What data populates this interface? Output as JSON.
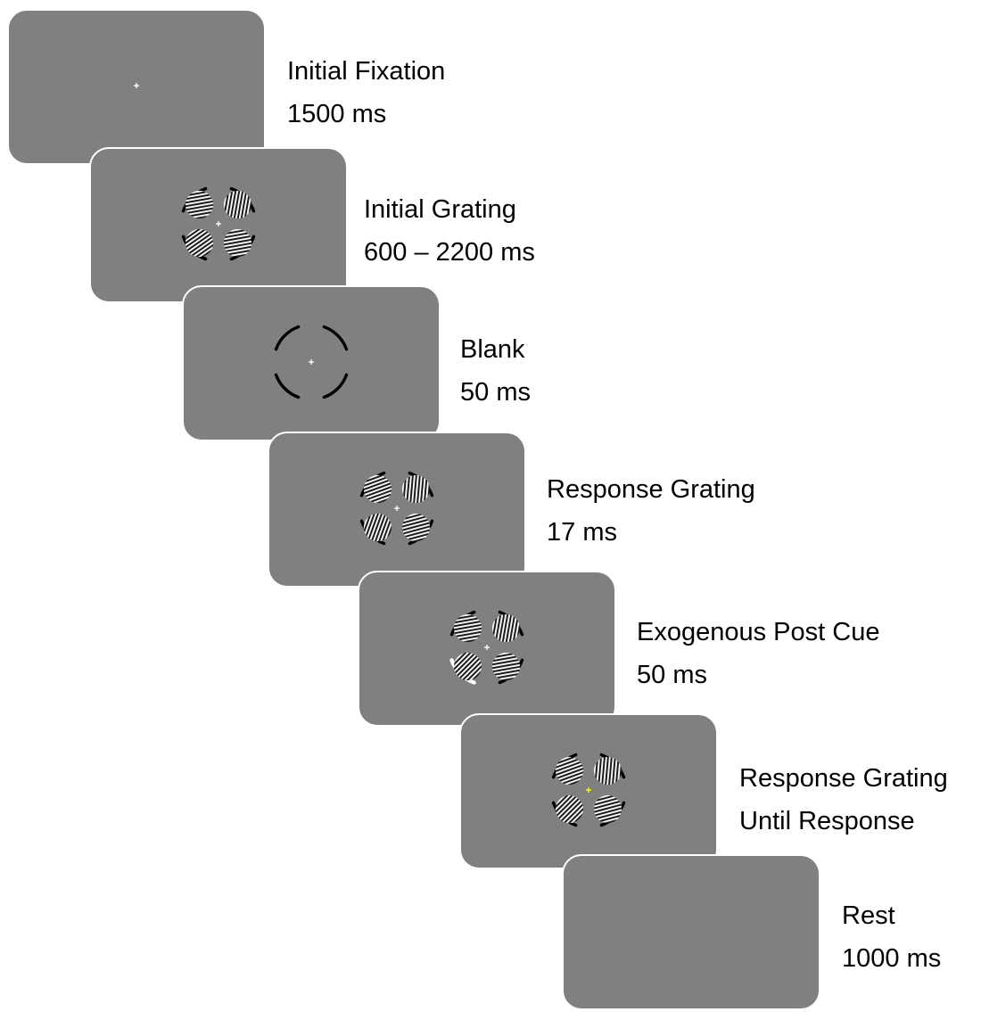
{
  "colors": {
    "screen_bg": "#808080",
    "fixation_default": "#ffffff",
    "fixation_response": "#ffff00",
    "placeholder": "#000000",
    "post_cue": "#ffffff",
    "label_text": "#000000"
  },
  "frames": [
    {
      "title": "Initial Fixation",
      "duration": "1500 ms",
      "content": "fixation",
      "fixation_color": "#ffffff"
    },
    {
      "title": "Initial Grating",
      "duration": "600 – 2200 ms",
      "content": "gratings",
      "fixation_color": "#ffffff",
      "grating_orientations_deg": [
        80,
        10,
        55,
        80
      ]
    },
    {
      "title": "Blank",
      "duration": "50 ms",
      "content": "placeholders",
      "fixation_color": "#ffffff"
    },
    {
      "title": "Response Grating",
      "duration": "17 ms",
      "content": "gratings",
      "fixation_color": "#ffffff",
      "grating_orientations_deg": [
        70,
        5,
        20,
        75
      ]
    },
    {
      "title": "Exogenous Post Cue",
      "duration": "50 ms",
      "content": "gratings_cued",
      "fixation_color": "#ffffff",
      "grating_orientations_deg": [
        80,
        10,
        45,
        80
      ],
      "cued_location": "bottom-left"
    },
    {
      "title": "Response Grating",
      "duration": "Until Response",
      "content": "gratings",
      "fixation_color": "#ffff00",
      "grating_orientations_deg": [
        70,
        5,
        45,
        75
      ]
    },
    {
      "title": "Rest",
      "duration": "1000 ms",
      "content": "empty"
    }
  ]
}
